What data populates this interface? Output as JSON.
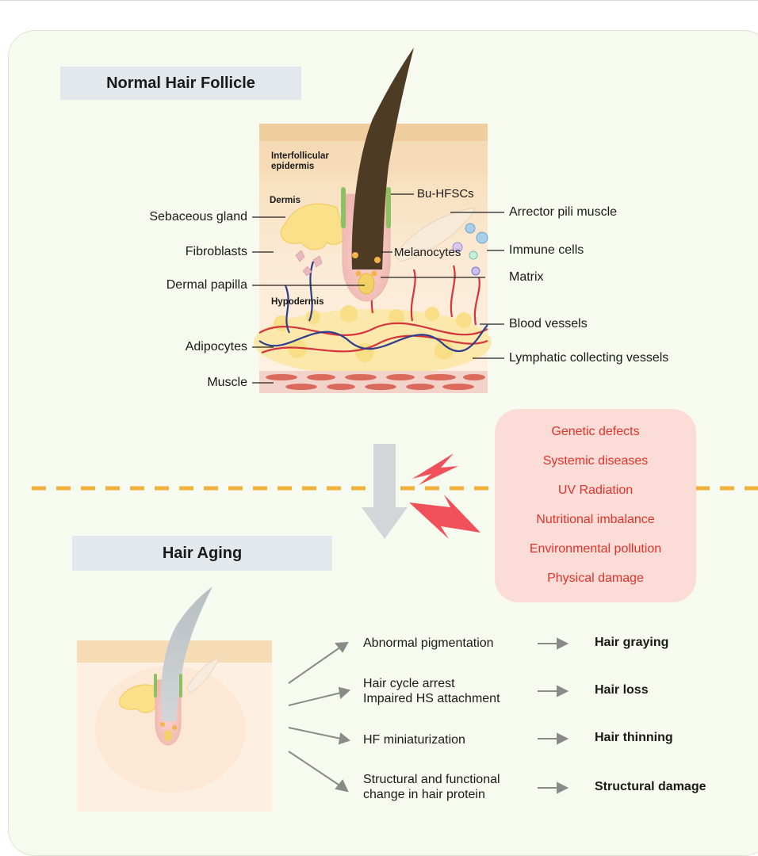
{
  "normal": {
    "title": "Normal Hair Follicle",
    "layers": {
      "epidermis": "Interfollicular epidermis",
      "dermis": "Dermis",
      "hypodermis": "Hypodermis"
    },
    "labels": {
      "sebaceous": "Sebaceous gland",
      "fibroblasts": "Fibroblasts",
      "dermal_papilla": "Dermal papilla",
      "adipocytes": "Adipocytes",
      "muscle": "Muscle",
      "bu_hfscs": "Bu-HFSCs",
      "arrector": "Arrector pili muscle",
      "immune": "Immune cells",
      "melanocytes": "Melanocytes",
      "matrix": "Matrix",
      "blood": "Blood vessels",
      "lymphatic": "Lymphatic collecting vessels"
    }
  },
  "factors": [
    "Genetic defects",
    "Systemic diseases",
    "UV Radiation",
    "Nutritional imbalance",
    "Environmental pollution",
    "Physical damage"
  ],
  "aging": {
    "title": "Hair Aging",
    "effects": [
      {
        "cause": "Abnormal pigmentation",
        "outcome": "Hair graying"
      },
      {
        "cause": "Hair cycle arrest\nImpaired HS attachment",
        "outcome": "Hair loss"
      },
      {
        "cause": "HF miniaturization",
        "outcome": "Hair thinning"
      },
      {
        "cause": "Structural and functional\nchange in hair protein",
        "outcome": "Structural damage"
      }
    ]
  },
  "colors": {
    "factor_text": "#e4322b",
    "factor_bg": "#fcdcd6",
    "dash": "#f2b13c",
    "bolt": "#f0505a",
    "bulge": "#8cc063",
    "hair": "#4e3b24"
  }
}
